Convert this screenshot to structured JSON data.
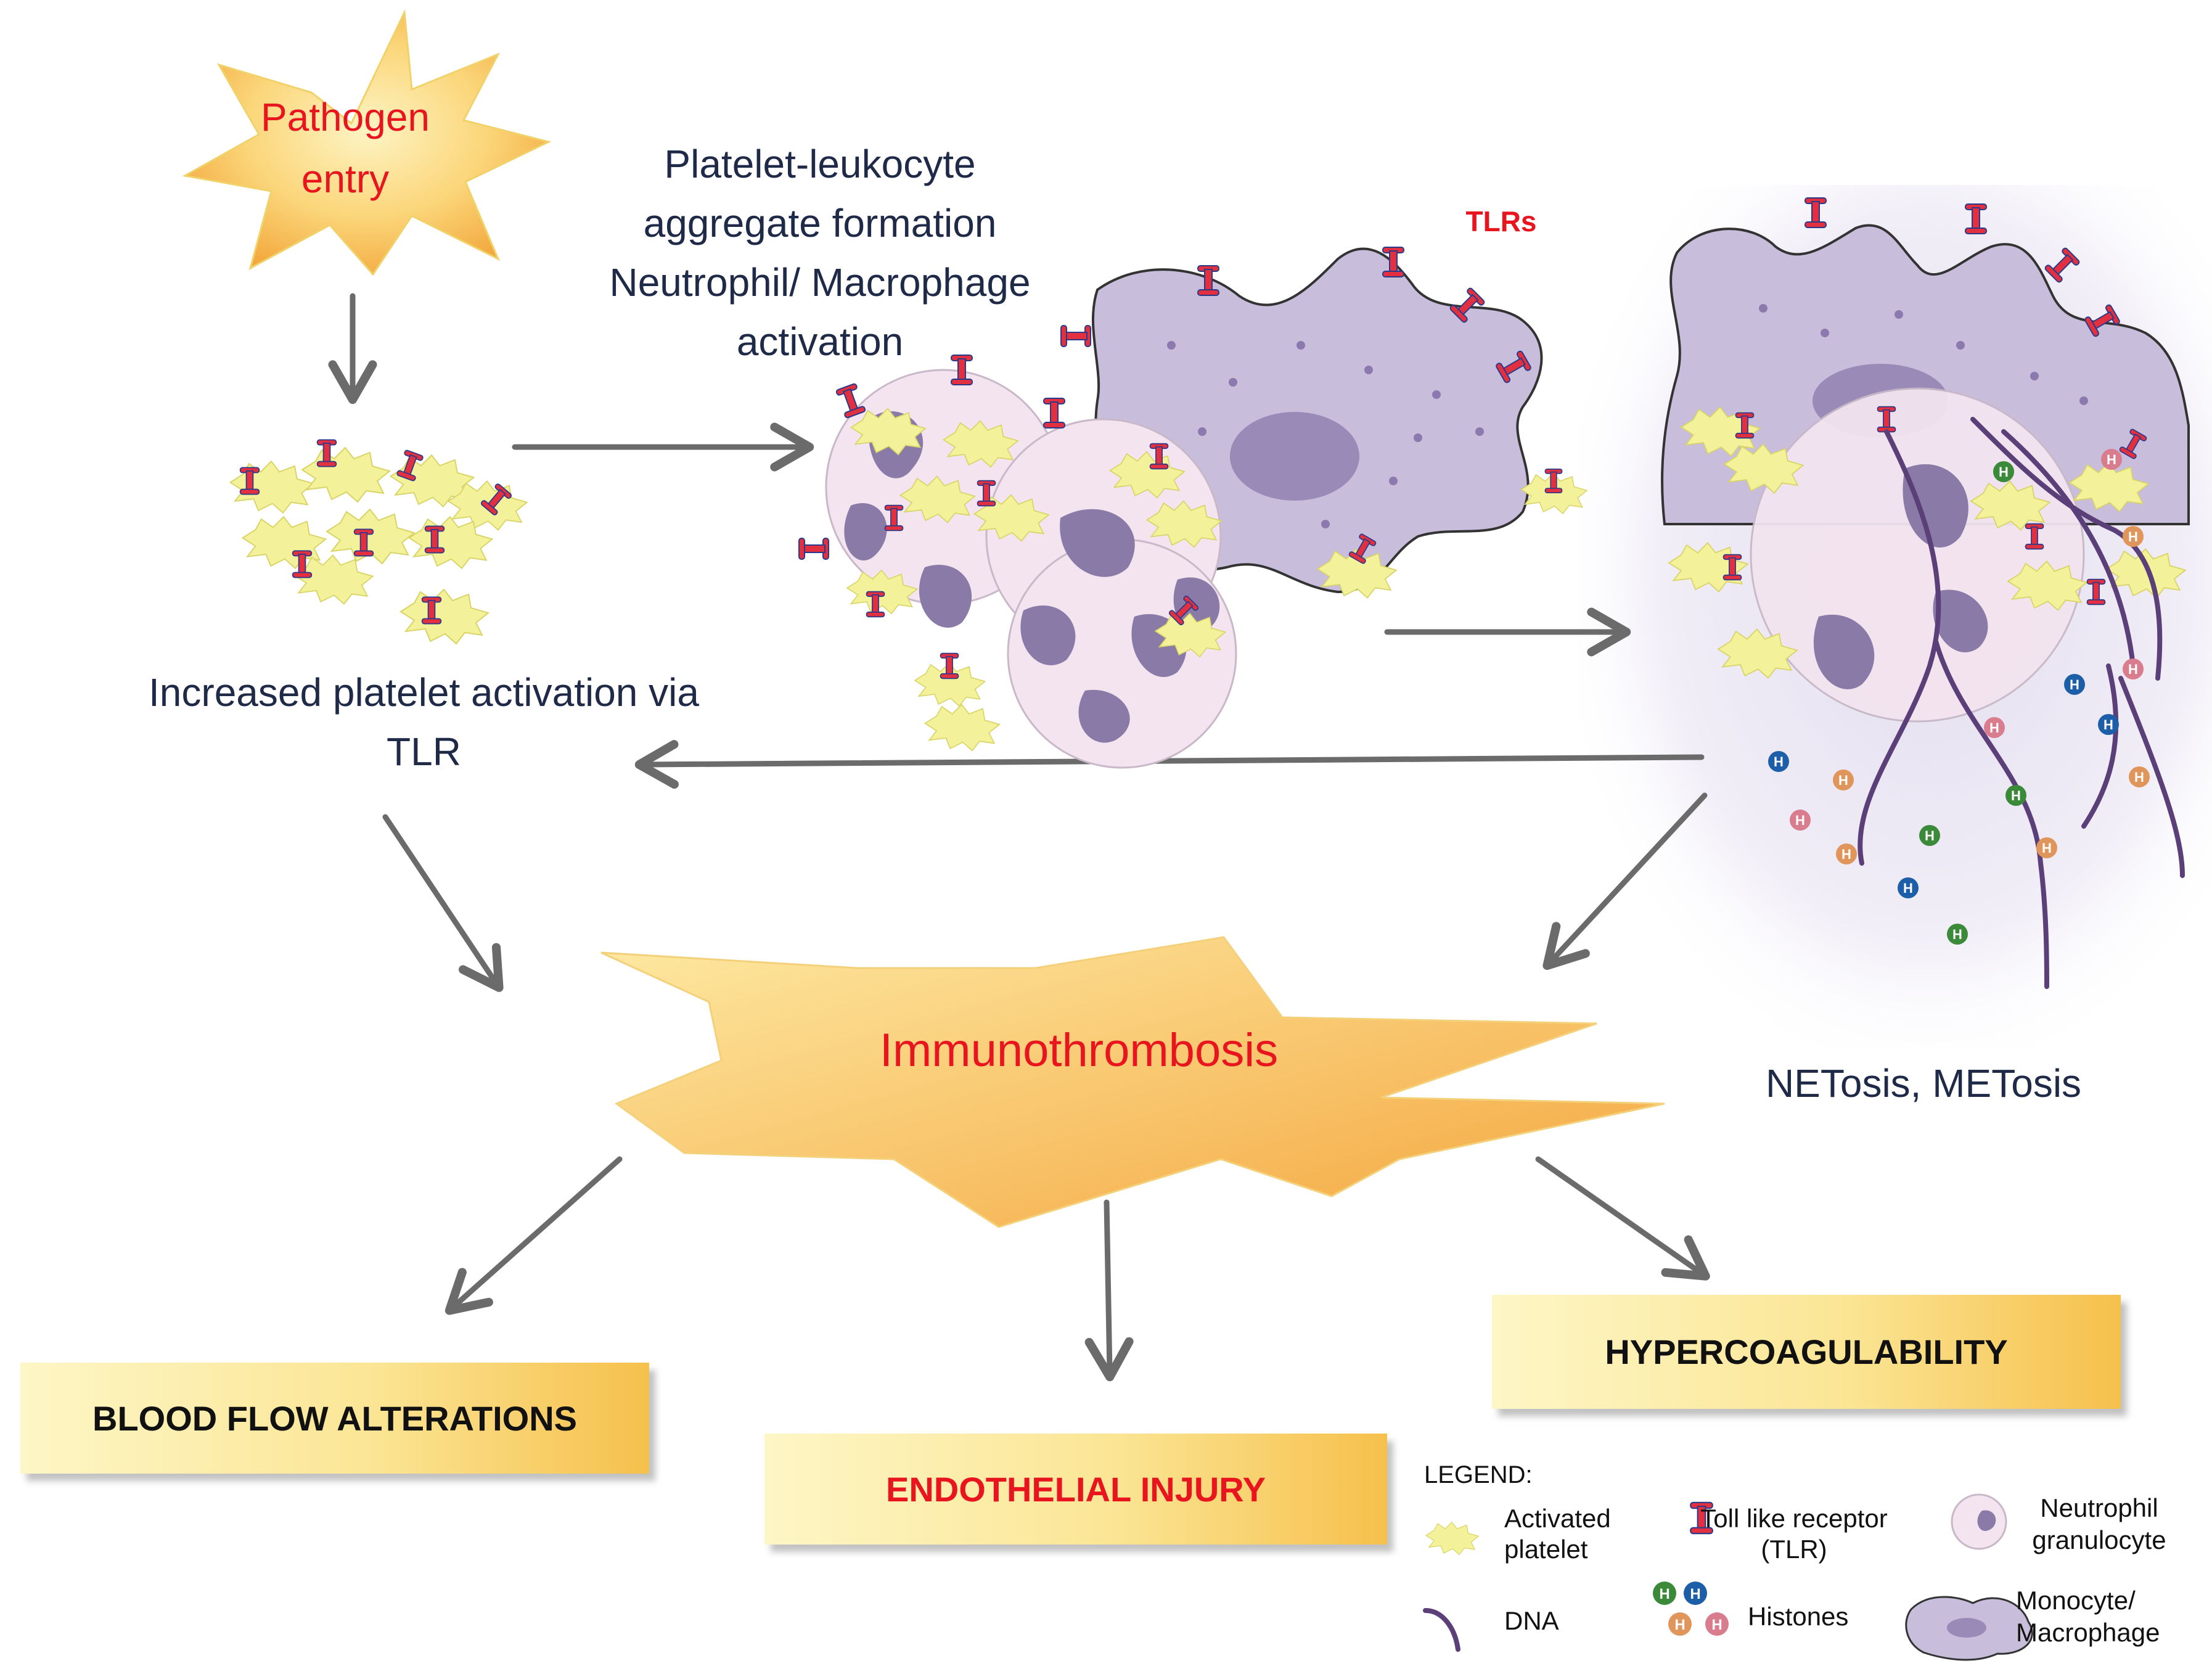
{
  "labels": {
    "pathogen_line1": "Pathogen",
    "pathogen_line2": "entry",
    "aggregate_line1": "Platelet-leukocyte",
    "aggregate_line2": "aggregate formation",
    "aggregate_line3": "Neutrophil/ Macrophage",
    "aggregate_line4": "activation",
    "tlrs": "TLRs",
    "platelet_activation_line1": "Increased platelet activation via",
    "platelet_activation_line2": "TLR",
    "immunothrombosis": "Immunothrombosis",
    "netosis": "NETosis, METosis"
  },
  "outcomes": {
    "blood_flow": "BLOOD FLOW ALTERATIONS",
    "endothelial": "ENDOTHELIAL INJURY",
    "hypercoag": "HYPERCOAGULABILITY"
  },
  "legend": {
    "title": "LEGEND:",
    "platelet_line1": "Activated",
    "platelet_line2": "platelet",
    "tlr_line1": "Toll like receptor",
    "tlr_line2": "(TLR)",
    "neutrophil_line1": "Neutrophil",
    "neutrophil_line2": "granulocyte",
    "dna": "DNA",
    "histones": "Histones",
    "histone_letter": "H",
    "monocyte_line1": "Monocyte/",
    "monocyte_line2": "Macrophage"
  },
  "colors": {
    "red_text": "#e8141e",
    "dark_text": "#1f2a48",
    "arrow": "#6b6b6b",
    "platelet": "#f3f19a",
    "macrophage": "#c8bedc",
    "neutrophil": "#f3e4ef",
    "tlr": "#e23040",
    "dna": "#5a3f78",
    "histone_green": "#3a8a3a",
    "histone_blue": "#1d5ea8",
    "histone_pink": "#d97c8e",
    "histone_orange": "#e0955a"
  }
}
